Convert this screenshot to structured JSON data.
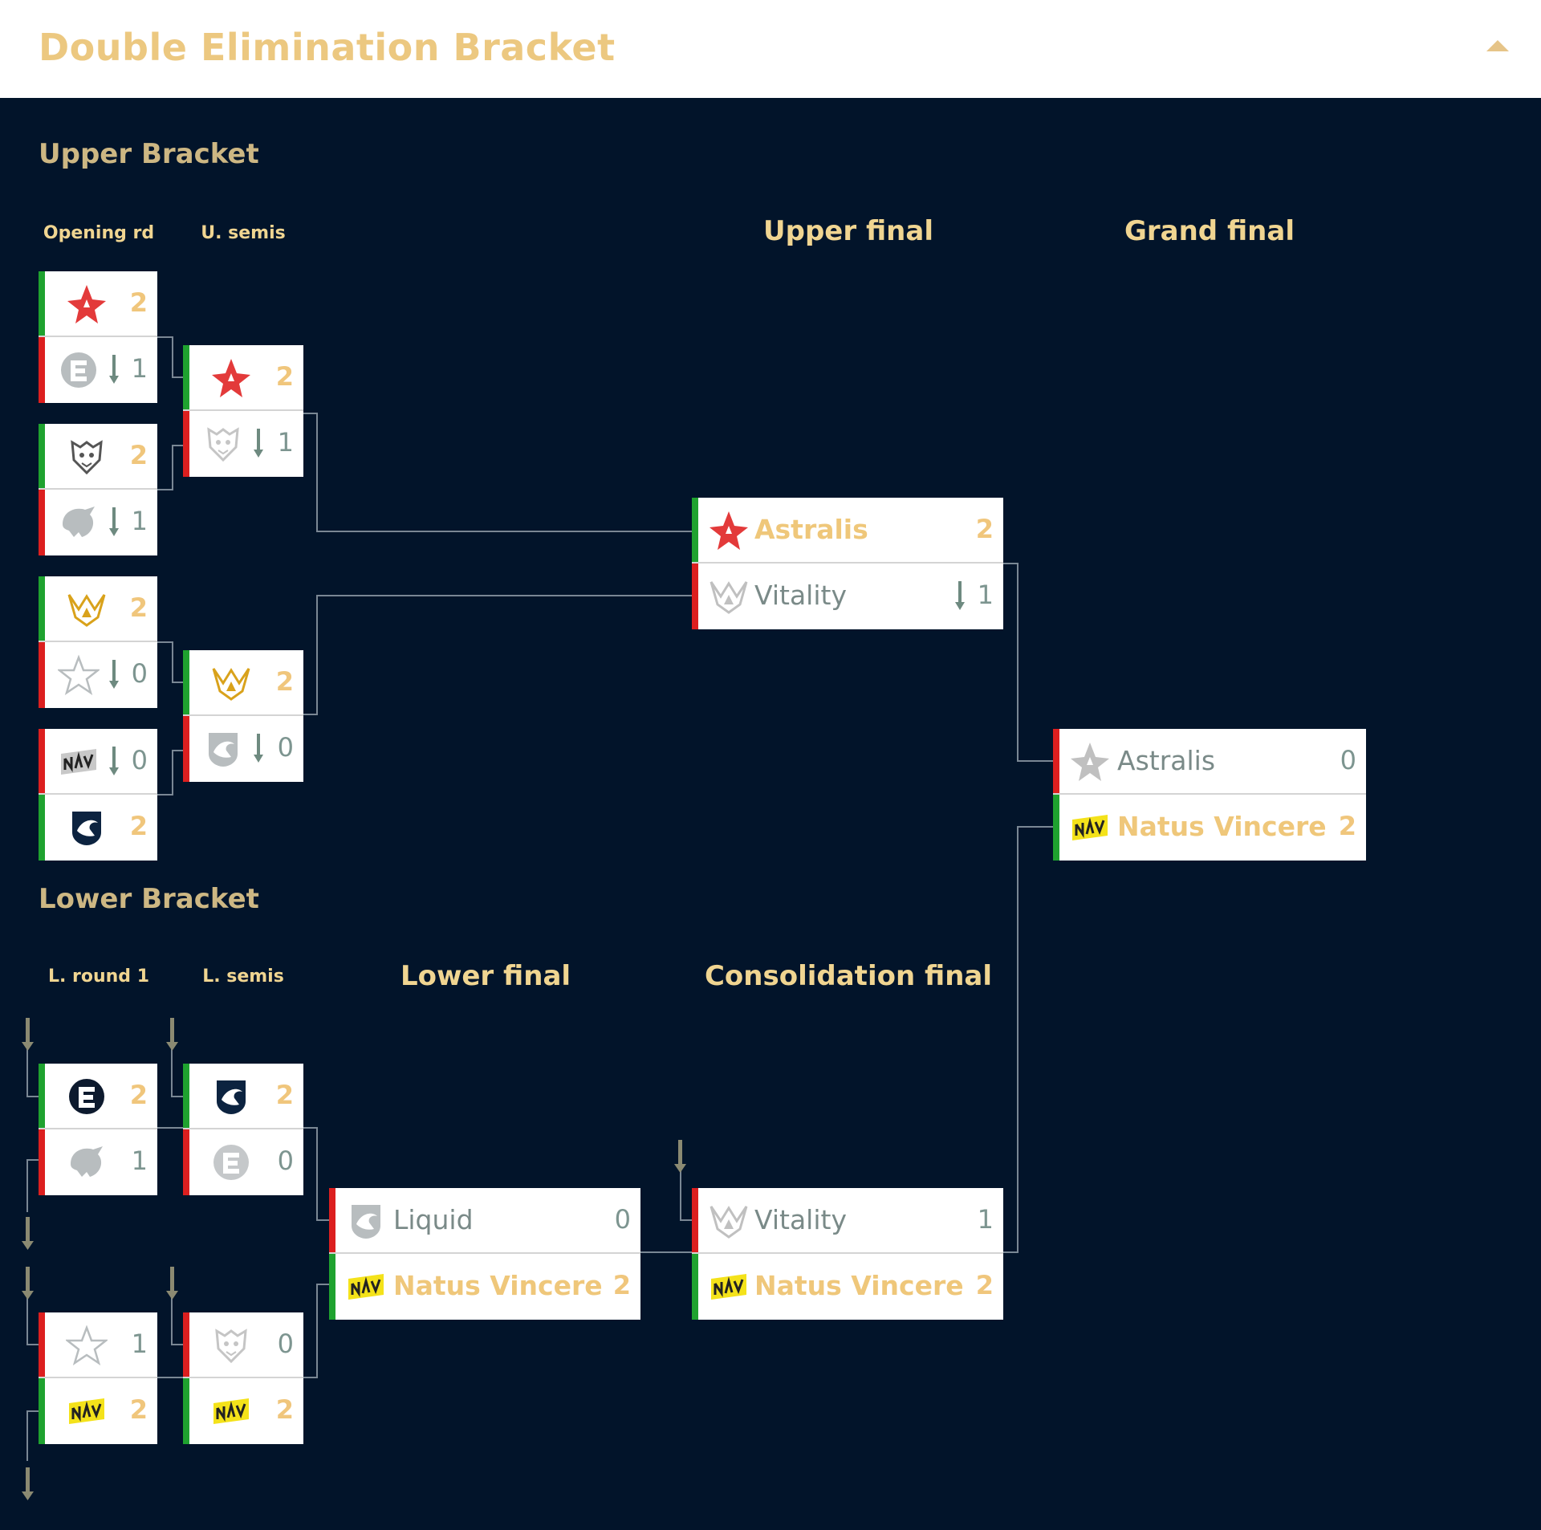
{
  "header": {
    "title": "Double Elimination Bracket",
    "collapse_icon": "chevron-up-icon"
  },
  "upper": {
    "title": "Upper Bracket",
    "rounds": {
      "opening": "Opening rd",
      "semis": "U. semis",
      "final": "Upper final"
    }
  },
  "lower": {
    "title": "Lower Bracket",
    "rounds": {
      "r1": "L. round 1",
      "semis": "L. semis",
      "final": "Lower final",
      "consolation": "Consolidation final"
    }
  },
  "grand_final_label": "Grand final",
  "matches": {
    "ub_r1_m1": {
      "t1": {
        "team": "astralis",
        "score": "2"
      },
      "t2": {
        "team": "evil-geniuses",
        "score": "1"
      }
    },
    "ub_r1_m2": {
      "t1": {
        "team": "g2",
        "score": "2"
      },
      "t2": {
        "team": "furia",
        "score": "1"
      }
    },
    "ub_r1_m3": {
      "t1": {
        "team": "vitality",
        "score": "2"
      },
      "t2": {
        "team": "complexity",
        "score": "0"
      }
    },
    "ub_r1_m4": {
      "t1": {
        "team": "navi",
        "score": "0"
      },
      "t2": {
        "team": "liquid",
        "score": "2"
      }
    },
    "ub_sf_m1": {
      "t1": {
        "team": "astralis",
        "score": "2"
      },
      "t2": {
        "team": "g2",
        "score": "1"
      }
    },
    "ub_sf_m2": {
      "t1": {
        "team": "vitality",
        "score": "2"
      },
      "t2": {
        "team": "liquid",
        "score": "0"
      }
    },
    "ub_final": {
      "t1": {
        "name": "Astralis",
        "score": "2"
      },
      "t2": {
        "name": "Vitality",
        "score": "1"
      }
    },
    "grand_final": {
      "t1": {
        "name": "Astralis",
        "score": "0"
      },
      "t2": {
        "name": "Natus Vincere",
        "score": "2"
      }
    },
    "lb_r1_m1": {
      "t1": {
        "team": "evil-geniuses",
        "score": "2"
      },
      "t2": {
        "team": "furia",
        "score": "1"
      }
    },
    "lb_r1_m2": {
      "t1": {
        "team": "complexity",
        "score": "1"
      },
      "t2": {
        "team": "navi",
        "score": "2"
      }
    },
    "lb_sf_m1": {
      "t1": {
        "team": "liquid",
        "score": "2"
      },
      "t2": {
        "team": "evil-geniuses",
        "score": "0"
      }
    },
    "lb_sf_m2": {
      "t1": {
        "team": "g2",
        "score": "0"
      },
      "t2": {
        "team": "navi",
        "score": "2"
      }
    },
    "lb_final": {
      "t1": {
        "name": "Liquid",
        "score": "0"
      },
      "t2": {
        "name": "Natus Vincere",
        "score": "2"
      }
    },
    "consolation_final": {
      "t1": {
        "name": "Vitality",
        "score": "1"
      },
      "t2": {
        "name": "Natus Vincere",
        "score": "2"
      }
    }
  },
  "colors": {
    "win_bar": "#1fa22f",
    "lose_bar": "#dc1f1f",
    "background": "#02142a",
    "gold": "#efc77a"
  }
}
